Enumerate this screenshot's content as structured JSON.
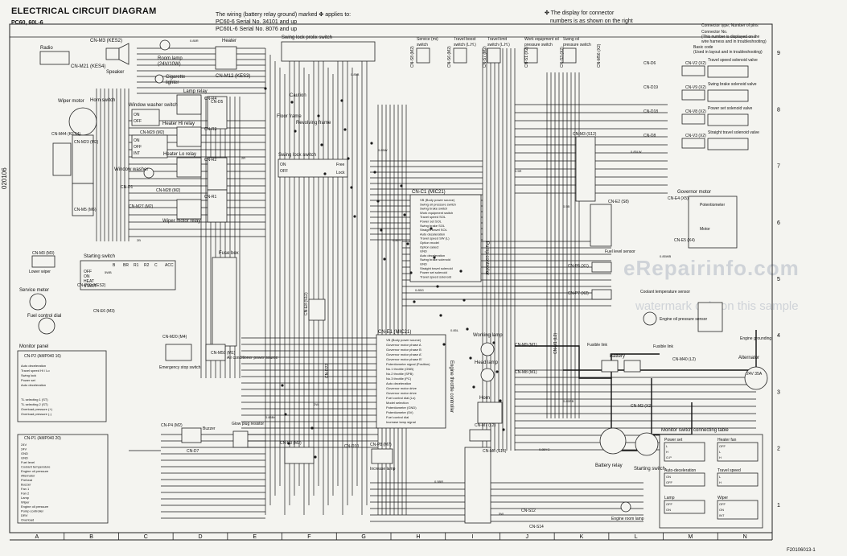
{
  "header": {
    "title": "ELECTRICAL CIRCUIT DIAGRAM",
    "model": "PC60, 60L-6",
    "note_line1": "The wiring (battery relay ground) marked ✤ applies to:",
    "note_line2": "PC60-6  Serial No. 34101 and up",
    "note_line3": "PC60L-6 Serial No. 8076 and up",
    "connector_note1": "✤ The display for connector",
    "connector_note2": "numbers is as shown on the right",
    "side_code": "020106"
  },
  "watermark": {
    "main": "eRepairinfo.com",
    "sub": "watermark only on this sample"
  },
  "footer": {
    "code": "F20106013-1"
  },
  "grid": {
    "columns": [
      "A",
      "B",
      "C",
      "D",
      "E",
      "F",
      "G",
      "H",
      "I",
      "J",
      "K",
      "L",
      "M",
      "N"
    ],
    "rows": [
      "9",
      "8",
      "7",
      "6",
      "5",
      "4",
      "3",
      "2",
      "1"
    ]
  },
  "legend": {
    "l1": "Connector type, Number of pins",
    "l2": "Connector No.",
    "l3": "(This number is displayed on the",
    "l4": "wire harness and in troubleshooting)",
    "l5": "Basic code",
    "l6": "(Used in layout and in troubleshooting)"
  },
  "components": {
    "radio": "Radio",
    "speaker": "Speaker",
    "room_lamp": "Room lamp",
    "room_lamp_spec": "(24V/10W)",
    "cigarette": "Cigarette",
    "lighter": "lighter",
    "heater": "Heater",
    "swing_lock_prolix": "Swing lock prolix switch",
    "wiper_motor": "Wiper motor",
    "horn_switch": "Horn switch",
    "window_washer_switch": "Window washer switch",
    "lamp_relay": "Lamp relay",
    "heater_hi_relay": "Heater Hi relay",
    "heater_lo_relay": "Heater Lo relay",
    "window_washer": "Window washer",
    "wiper_motor_relay": "Wiper motor relay",
    "caution": "Caution",
    "floor_frame": "Floor frame",
    "revolving_frame": "Revolving frame",
    "swing_lock_switch": "Swing lock switch",
    "service_pmi": "Service (mi) switch",
    "travel_boost": "Travel boost switch (L.H.)",
    "travel_limit": "Travel limit switch (L.H.)",
    "work_equipment": "Work equipment oil pressure switch",
    "swing_oil": "Swing oil pressure switch",
    "travel_speed_valve": "Travel speed solenoid valve",
    "swing_brake_valve": "Swing brake solenoid valve",
    "power_set_valve": "Power set solenoid valve",
    "straight_travel_valve": "Straight travel solenoid valve",
    "governor_motor": "Governor motor",
    "potentiometer": "Potentiometer",
    "motor": "Motor",
    "lower_wiper": "Lower wiper",
    "starting_switch": "Starting switch",
    "fuse_box": "Fuse box",
    "service_meter": "Service meter",
    "fuel_control_dial": "Fuel control dial",
    "monitor_panel": "Monitor panel",
    "emergency_stop": "Emergency stop switch",
    "air_conditioner": "Air conditioner power source",
    "buzzer": "Buzzer",
    "glow_plug": "Glow plug resistor",
    "increase_lamp": "Increase lamp",
    "working_lamp": "Working lamp",
    "head_lamp": "Head lamp",
    "horn": "Horn",
    "fusible_link": "Fusible link",
    "battery": "Battery",
    "battery_relay": "Battery relay",
    "starting_motor": "Starting switch",
    "engine_room_lamp": "Engine room lamp",
    "alternator": "Alternator",
    "alt_spec": "24V 35A",
    "engine_ground": "Engine grounding",
    "coolant_temp": "Coolant temperature sensor",
    "engine_oil": "Engine oil pressure sensor",
    "fuel_level": "Fuel level sensor",
    "pump_controller": "Pump controller",
    "engine_controller": "Engine throttle controller",
    "monitor_switch_table": "Monitor switch connecting table",
    "power_set": "Power set",
    "heater_fan": "Heater fan",
    "auto_decel": "Auto-deceleration",
    "travel_speed": "Travel speed",
    "lamp": "Lamp",
    "wiper": "Wiper"
  },
  "connectors": {
    "m3": "CN-M3 (KES2)",
    "m21": "CN-M21 (KES4)",
    "m12": "CN-M12 (KES3)",
    "m23": "CN-M23 (M2)",
    "m29": "CN-M29 (M2)",
    "m28": "CN-M28 (M2)",
    "m27": "CN-M27 (M2)",
    "m5": "CN-M5 (M6)",
    "m44": "CN-M44 (KES4)",
    "r4": "CN-R4",
    "d5": "CN-D5",
    "r3": "CN-R3",
    "r2": "CN-R2",
    "r1": "CN-R1",
    "d1": "CN-D1",
    "d4": "CN-D4",
    "m3b": "CN-M3 (M3)",
    "p10": "CN-P10 (KES2)",
    "e6": "CN-E6 (M3)",
    "p2": "CN-P2 (AMP040 16)",
    "p1": "CN-P1 (AMP040 20)",
    "m20": "CN-M20 (M4)",
    "m50": "CN-M50 (M1)",
    "p4": "CN-P4 (M2)",
    "d7": "CN-D7",
    "e3": "CN-E3 (M2)",
    "d10": "CN-D10",
    "d22": "CN-D22",
    "e8": "CN-E8 (S12)",
    "c1": "CN-C1 (MIC21)",
    "e1": "CN-E1 (MIC21)",
    "p8": "CN-P8 (M7)",
    "m7": "CN-M7 (L2)",
    "m6": "CN-M6 (S16)",
    "s12": "CN-S12",
    "s14": "CN-S14",
    "m9": "CN-M9 (M1)",
    "m8": "CN-M8 (M1)",
    "m1": "CN-M1 (L2)",
    "e2": "CN-E2 (S8)",
    "m3c": "CN-M3 (S12)",
    "p6": "CN-P6 (X1)",
    "p7": "CN-P7 (X2)",
    "e4": "CN-E4 (X5)",
    "e5": "CN-E5 (X4)",
    "d6": "CN-D6",
    "d19": "CN-D19",
    "d18": "CN-D18",
    "d8": "CN-D8",
    "v2": "CN-V2 (X2)",
    "v9": "CN-V9 (X2)",
    "v8": "CN-V8 (X2)",
    "v3": "CN-V3 (X2)",
    "s8": "CN-S8 (M2)",
    "s6": "CN-S6 (M2)",
    "s7": "CN-S7 (M2)",
    "s1": "CN-S1 (X2)",
    "s3": "CN-S3 (X2)",
    "m56": "CN-M56 (X2)",
    "m2": "CN-M2 (X2)",
    "m40": "CN-M40 (L2)",
    "m51": "CN-M51 (L2)"
  },
  "pins": {
    "c1_rows": [
      "VB (Body power source)",
      "Swing oil pressure switch",
      "Swing brake switch",
      "Work equipment switch",
      "Travel speed SOL",
      "Power set SOL",
      "Swing brake SOL",
      "Straight travel SOL",
      "Auto deceleration",
      "Travel speed SW (L)",
      "Option model",
      "Option select",
      "GND",
      "Auto deceleration",
      "Swing brake solenoid",
      "GND",
      "Straight travel solenoid",
      "Power set solenoid",
      "Travel speed solenoid"
    ],
    "e1_rows": [
      "VB (Body power source)",
      "Governor motor phase A",
      "Governor motor phase B",
      "Governor motor phase A'",
      "Governor motor phase B'",
      "Potentiometer signal (Position)",
      "No.1 throttle (GNB)",
      "No.2 throttle (SPB)",
      "No.3 throttle (PC)",
      "Auto deceleration",
      "Governor motor drive",
      "Governor motor drive",
      "Fuel control dial (Lo)",
      "Model selection",
      "Potentiometer (GND)",
      "Potentiometer (5V)",
      "Fuel control dial",
      "Increase lamp signal"
    ],
    "p1_rows": [
      "24V",
      "24V",
      "GND",
      "GND",
      "Fuel level",
      "Coolant temperature",
      "Engine oil pressure",
      "Alternator",
      "Preheat",
      "Buzzer",
      "Fan 1",
      "Fan 2",
      "Lamp",
      "Wiper",
      "Engine oil pressure",
      "Pump controller",
      "DRV",
      "Overload"
    ],
    "p2_rows": [
      "Auto deceleration",
      "Travel speed Hi / Lo",
      "Swing lock",
      "Power set",
      "Auto deceleration",
      "",
      "",
      "TL selecting 1 (ST)",
      "TL selecting 2 (ST)",
      "Overload pressure (+)",
      "Overload pressure (-)"
    ],
    "start_rows": [
      "OFF",
      "ON",
      "HEAT",
      "START"
    ],
    "start_cols": [
      "B",
      "BR",
      "R1",
      "R2",
      "C",
      "ACC"
    ],
    "wire_labels": [
      "0.85R",
      "0.85B",
      "0.85W",
      "0.85Y",
      "0.85G",
      "0.85L",
      "0.5R",
      "0.5B",
      "0.85LW",
      "0.85WB",
      "0.85RB",
      "0.85YG",
      "2R",
      "2B",
      "5WB",
      "5W",
      "0.5BR",
      "2W",
      "0.85Br"
    ]
  },
  "switch_table": {
    "power_set_rows": [
      "L",
      "H",
      "O.P"
    ],
    "heater_fan_rows": [
      "OFF",
      "L",
      "H"
    ],
    "auto_decel_rows": [
      "ON",
      "OFF"
    ],
    "travel_speed_rows": [
      "L",
      "H"
    ],
    "lamp_rows": [
      "OFF",
      "ON"
    ],
    "wiper_rows": [
      "OFF",
      "ON",
      "INT"
    ]
  },
  "swing_lock_rows": [
    "ON",
    "OFF"
  ],
  "swing_lock_free": "Free",
  "swing_lock_lock": "Lock",
  "horn_rows": [
    "ON",
    "OFF"
  ],
  "washer_rows": [
    "ON",
    "OFF",
    "INT"
  ]
}
